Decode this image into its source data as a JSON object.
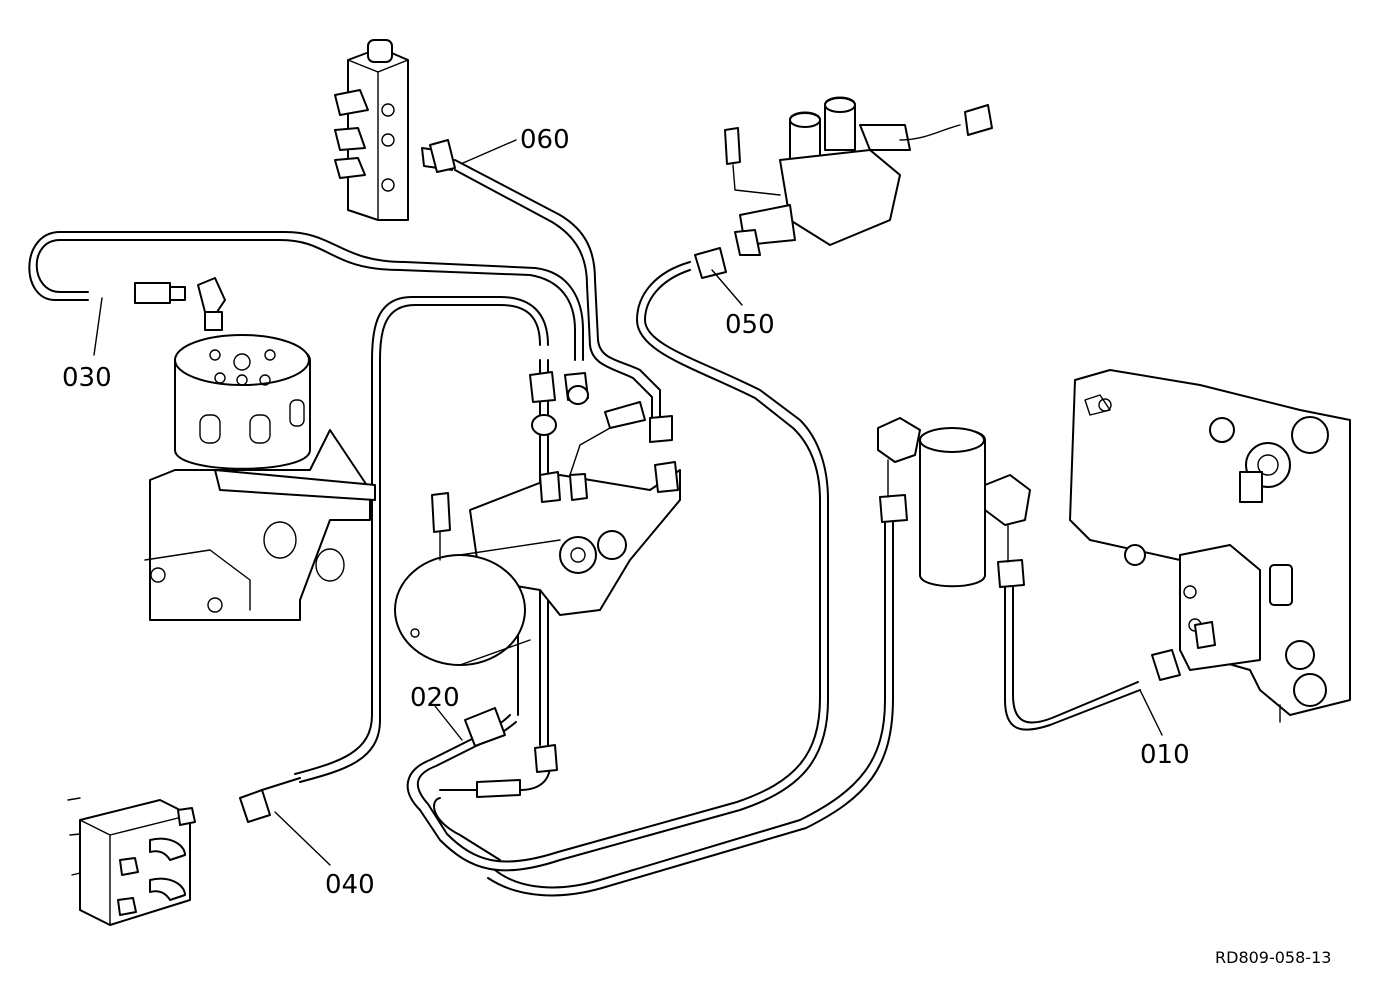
{
  "parts": [
    {
      "id": "p010",
      "number": "010"
    },
    {
      "id": "p020",
      "number": "020"
    },
    {
      "id": "p030",
      "number": "030"
    },
    {
      "id": "p040",
      "number": "040"
    },
    {
      "id": "p050",
      "number": "050"
    },
    {
      "id": "p060",
      "number": "060"
    }
  ],
  "drawing_reference": "RD809-058-13"
}
